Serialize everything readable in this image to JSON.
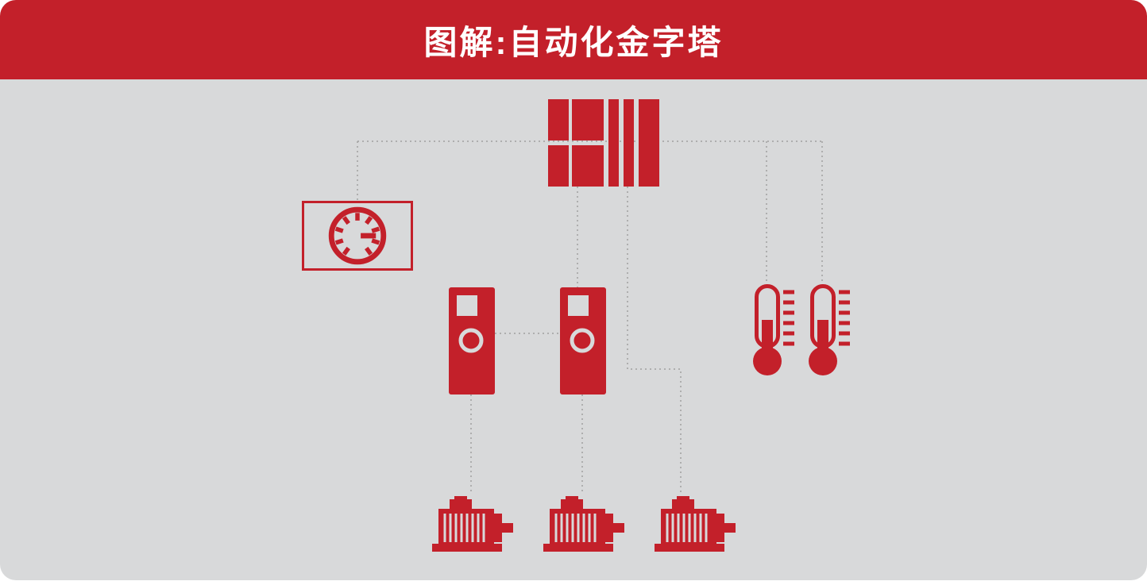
{
  "page": {
    "title": "图解:自动化金字塔"
  },
  "colors": {
    "accent_red": "#c3202a",
    "panel_bg": "#d8d9da",
    "page_bg": "#ffffff",
    "title_text": "#ffffff",
    "connector_gray": "#a0a0a0"
  },
  "diagram": {
    "nodes": [
      {
        "id": "plc",
        "icon": "plc-controller-icon"
      },
      {
        "id": "hmi-panel",
        "icon": "gauge-icon"
      },
      {
        "id": "drive-1",
        "icon": "vfd-drive-icon"
      },
      {
        "id": "drive-2",
        "icon": "vfd-drive-icon"
      },
      {
        "id": "thermometer-1",
        "icon": "thermometer-icon"
      },
      {
        "id": "thermometer-2",
        "icon": "thermometer-icon"
      },
      {
        "id": "motor-1",
        "icon": "motor-icon"
      },
      {
        "id": "motor-2",
        "icon": "motor-icon"
      },
      {
        "id": "motor-3",
        "icon": "motor-icon"
      }
    ]
  }
}
